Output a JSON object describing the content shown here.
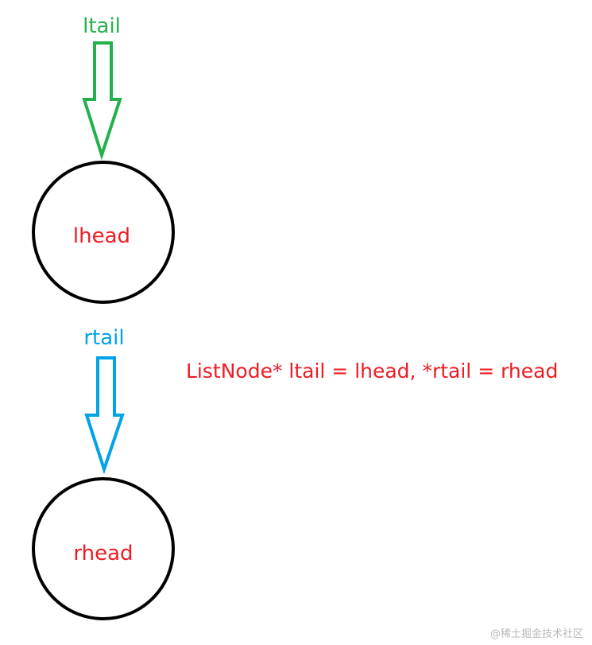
{
  "colors": {
    "green": "#22b14c",
    "blue": "#00a2e8",
    "red": "#ed1c24",
    "node_outline": "#000000",
    "watermark": "#b8b8b8"
  },
  "diagram": {
    "pointers": [
      {
        "label": "ltail",
        "target": "lhead",
        "color": "green"
      },
      {
        "label": "rtail",
        "target": "rhead",
        "color": "blue"
      }
    ],
    "nodes": [
      {
        "label": "lhead"
      },
      {
        "label": "rhead"
      }
    ],
    "code_line": "ListNode* ltail = lhead, *rtail = rhead"
  },
  "watermark": "@稀土掘金技术社区"
}
